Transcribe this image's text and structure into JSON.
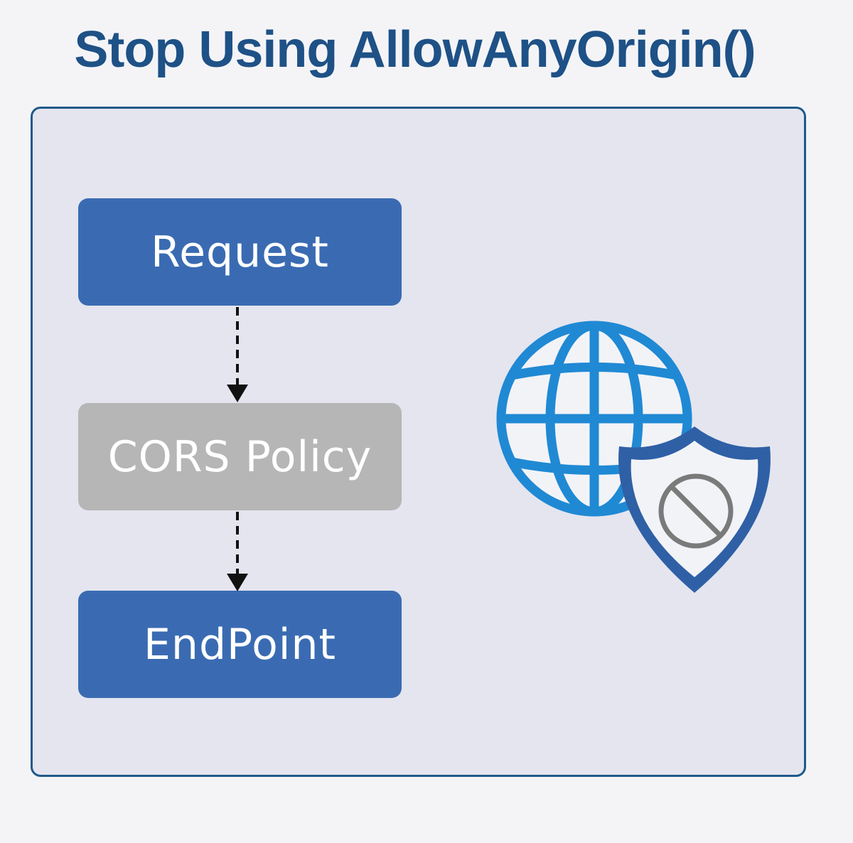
{
  "title": "Stop Using AllowAnyOrigin()",
  "nodes": [
    {
      "id": "request",
      "label": "Request"
    },
    {
      "id": "cors-policy",
      "label": "CORS Policy"
    },
    {
      "id": "endpoint",
      "label": "EndPoint"
    }
  ],
  "icons": {
    "globe": "globe-icon",
    "shield": "shield-icon",
    "blocked": "prohibited-icon"
  },
  "colors": {
    "title": "#1e5186",
    "node_active": "#3a6bb2",
    "node_inactive": "#b6b6b6",
    "panel_bg": "#e4e5ef",
    "panel_border": "#1f5a8a",
    "globe": "#2089d4",
    "shield": "#2f60a6",
    "prohibited": "#7a7a7a"
  }
}
